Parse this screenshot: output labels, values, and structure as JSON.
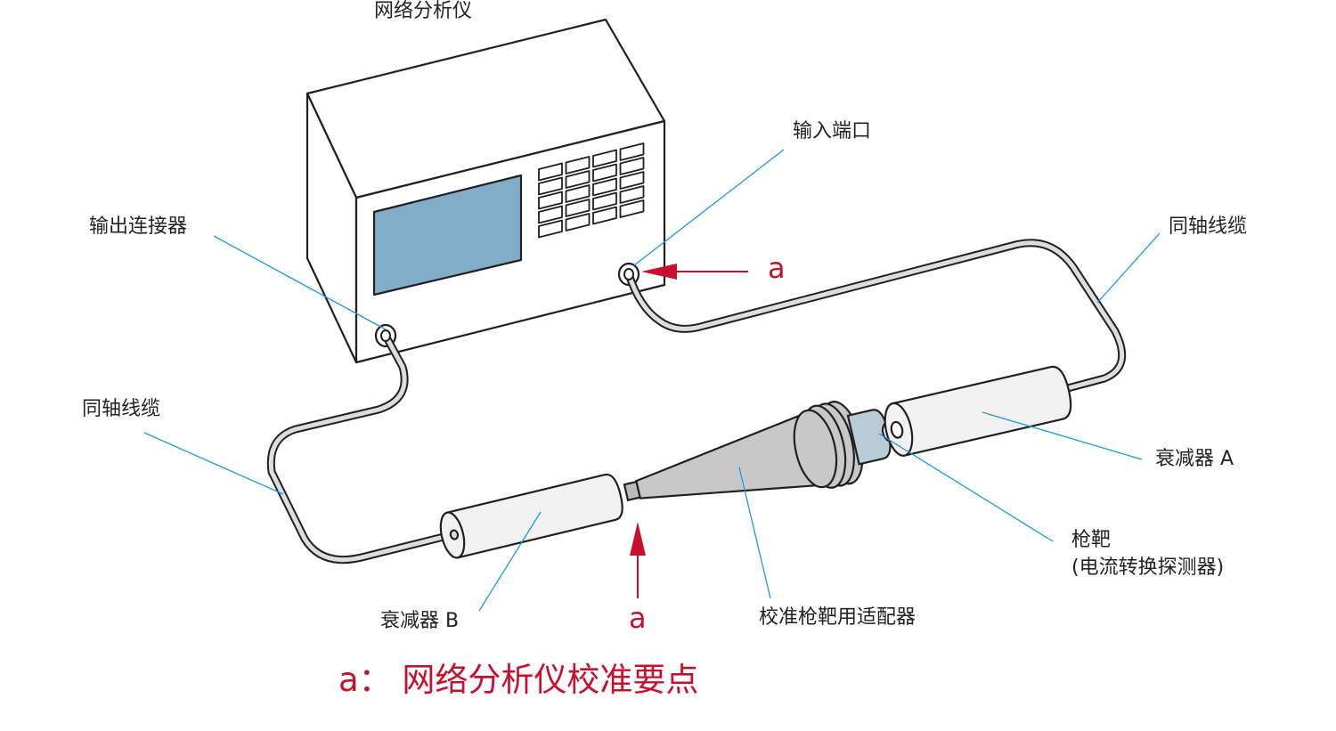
{
  "colors": {
    "accent": "#c8102e",
    "leader": "#1a9be0",
    "screen": "#80aec8",
    "target": "#b8ccd6"
  },
  "labels": {
    "analyzer": "网络分析仪",
    "input_port": "输入端口",
    "output_connector": "输出连接器",
    "coax_right": "同轴线缆",
    "coax_left": "同轴线缆",
    "attenuator_a": "衰减器 A",
    "target_line1": "枪靶",
    "target_line2": "(电流转换探测器)",
    "attenuator_b": "衰减器 B",
    "adapter": "校准枪靶用适配器",
    "mark_a_input": "a",
    "mark_a_adapter": "a"
  },
  "caption": "a： 网络分析仪校准要点"
}
